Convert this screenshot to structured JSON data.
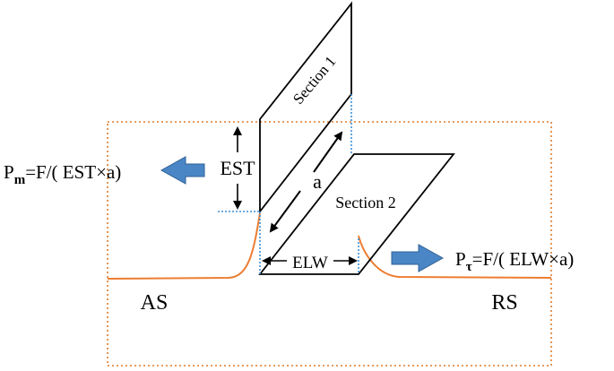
{
  "labels": {
    "section1": "Section 1",
    "section2": "Section 2",
    "est": "EST",
    "a": "a",
    "elw": "ELW",
    "as": "AS",
    "rs": "RS",
    "pm_p": "P",
    "pm_sub": "m",
    "pm_formula": "=F/( EST×a)",
    "pt_p": "P",
    "pt_sub": "τ",
    "pt_formula": "=F/( ELW×a)"
  },
  "colors": {
    "outline": "#000000",
    "dotted_box": "#e07b2a",
    "weld_curve": "#ed7d31",
    "arrow_fill": "#4a86c5",
    "arrow_edge": "#2f6196",
    "guide_dotted": "#3d8fd6"
  }
}
